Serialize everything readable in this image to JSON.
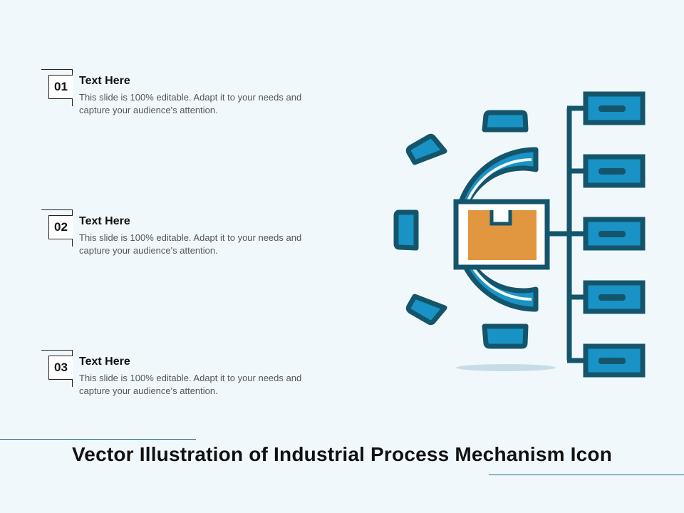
{
  "items": [
    {
      "num": "01",
      "title": "Text Here",
      "desc": "This slide is 100% editable. Adapt it to your needs and capture your audience's attention."
    },
    {
      "num": "02",
      "title": "Text Here",
      "desc": "This slide is 100% editable. Adapt it to your needs and capture your audience's attention."
    },
    {
      "num": "03",
      "title": "Text Here",
      "desc": "This slide is 100% editable. Adapt it to your needs and capture your audience's attention."
    }
  ],
  "slide_title": "Vector Illustration of Industrial Process Mechanism Icon",
  "colors": {
    "background": "#f1f8fc",
    "dark_teal": "#14556b",
    "blue": "#1993c6",
    "orange": "#e19640",
    "line": "#1a6b80"
  },
  "illustration": {
    "icon": "gear-with-box-and-network-icon"
  }
}
